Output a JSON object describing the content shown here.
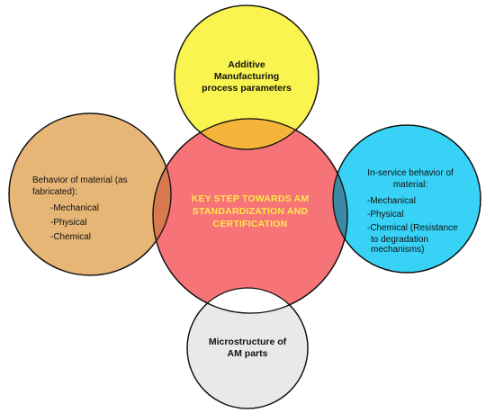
{
  "colors": {
    "top": "#f9f44f",
    "left": "#e7b676",
    "center": "#f67378",
    "right": "#37d2f5",
    "bottom": "#e9e9e9",
    "overlap_top": "#f5b33a",
    "overlap_left": "#d87a4e",
    "overlap_right": "#3a8aa6",
    "overlap_bottom": "#ffffff",
    "center_text": "#ffe94a",
    "outline": "#111111"
  },
  "center": {
    "lines": [
      "KEY STEP TOWARDS AM",
      "STANDARDIZATION AND",
      "CERTIFICATION"
    ]
  },
  "top": {
    "lines": [
      "Additive",
      "Manufacturing",
      "process parameters"
    ]
  },
  "left": {
    "title_lines": [
      "Behavior of material (as",
      "fabricated):"
    ],
    "items": [
      "-Mechanical",
      "-Physical",
      "-Chemical"
    ]
  },
  "right": {
    "title_lines": [
      "In-service behavior of",
      "material:"
    ],
    "items": [
      "-Mechanical",
      "-Physical",
      "-Chemical (Resistance",
      "to degradation",
      "mechanisms)"
    ]
  },
  "bottom": {
    "lines": [
      "Microstructure of",
      "AM parts"
    ]
  }
}
